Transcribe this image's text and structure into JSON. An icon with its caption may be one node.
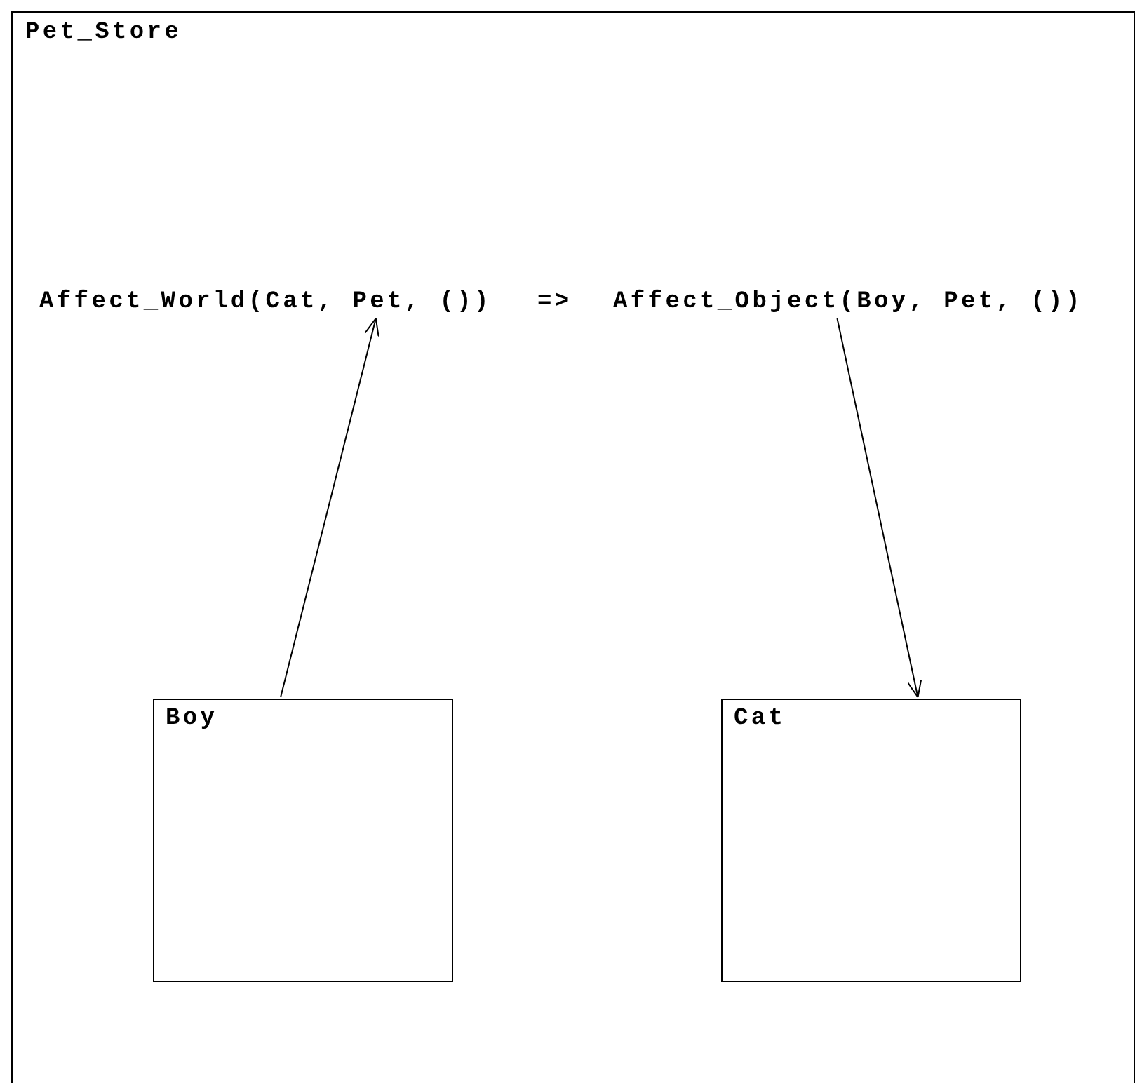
{
  "diagram": {
    "nodes": [
      {
        "text": [
          "Pet_Store"
        ]
      },
      {
        "text": [
          "Affect_World(Cat, Pet, ())"
        ],
        "in": 0
      },
      {
        "text": [
          "Affect_Object(Boy, Pet, ())"
        ],
        "in": 0
      },
      {
        "text": [
          "Boy"
        ],
        "in": 0
      },
      {
        "text": [
          "Cat"
        ],
        "in": 0
      }
    ],
    "edges": [
      {
        "from": 3,
        "to": 1,
        "arrow": "to"
      },
      {
        "from": 2,
        "to": 4,
        "arrow": "to"
      }
    ],
    "labels": [
      "=>"
    ]
  }
}
